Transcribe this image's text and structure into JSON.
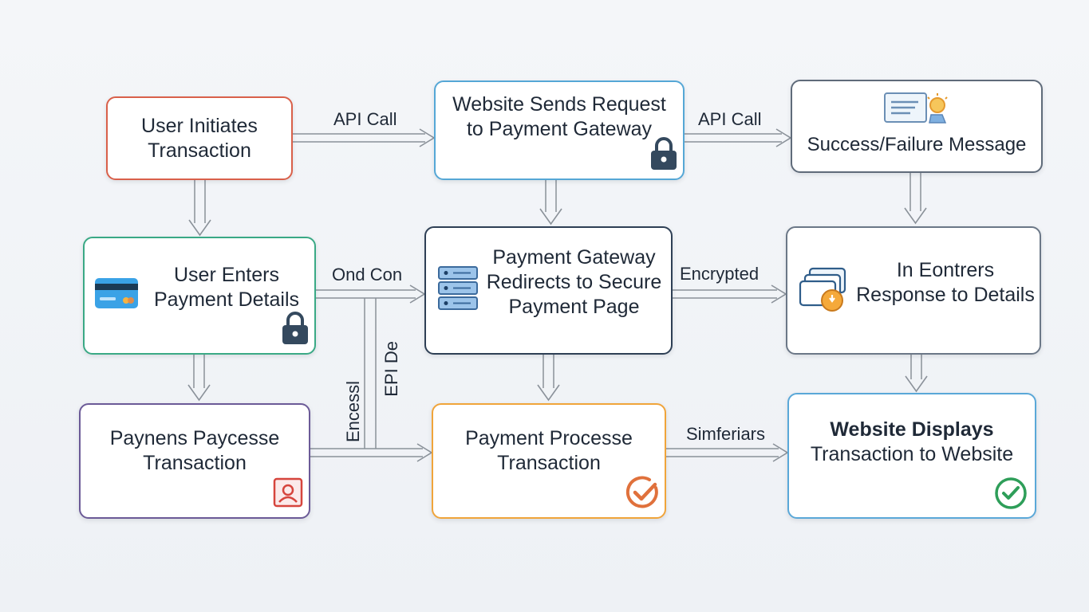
{
  "diagram": {
    "nodes": {
      "user_initiates": {
        "lines": [
          "User Initiates",
          "Transaction"
        ],
        "border": "#d9604a"
      },
      "website_sends": {
        "lines": [
          "Website Sends Request",
          "to Payment Gateway"
        ],
        "border": "#55a7d6"
      },
      "success_failure": {
        "lines": [
          "Success/Failure Message"
        ],
        "border": "#5f6b7a"
      },
      "user_enters": {
        "lines": [
          "User Enters",
          "Payment Details"
        ],
        "border": "#3aa985"
      },
      "gateway_redirects": {
        "lines": [
          "Payment Gateway",
          "Redirects to Secure",
          "Payment Page"
        ],
        "border": "#2e3f55"
      },
      "in_eontrers": {
        "lines": [
          "In Eontrers",
          "Response to Details"
        ],
        "border": "#6b7787"
      },
      "paynens": {
        "lines": [
          "Paynens Paycesse",
          "Transaction"
        ],
        "border": "#6b5a97"
      },
      "payment_processe": {
        "lines": [
          "Payment Processe",
          "Transaction"
        ],
        "border": "#f0a43a"
      },
      "website_displays": {
        "lines": [
          "Website Displays",
          "Transaction to Website"
        ],
        "border": "#5aa8d8"
      }
    },
    "edge_labels": {
      "api_call_1": "API Call",
      "api_call_2": "API Call",
      "ond_con": "Ond Con",
      "encrypted": "Encrypted",
      "simferiars": "Simferiars",
      "encessl": "Encessl",
      "epi_de": "EPI De"
    },
    "icons": {
      "lock": "lock-icon",
      "card": "credit-card-icon",
      "server": "server-icon",
      "message": "message-bulb-icon",
      "id_badge": "id-badge-icon",
      "check_orange": "check-circle-icon",
      "check_green": "check-circle-icon",
      "cards_coin": "cards-coin-icon"
    },
    "colors": {
      "arrow": "#8a9199",
      "icon_dark": "#34495e",
      "check_orange": "#e0713c",
      "check_green": "#2e9e59",
      "badge_red": "#d6453d"
    }
  }
}
